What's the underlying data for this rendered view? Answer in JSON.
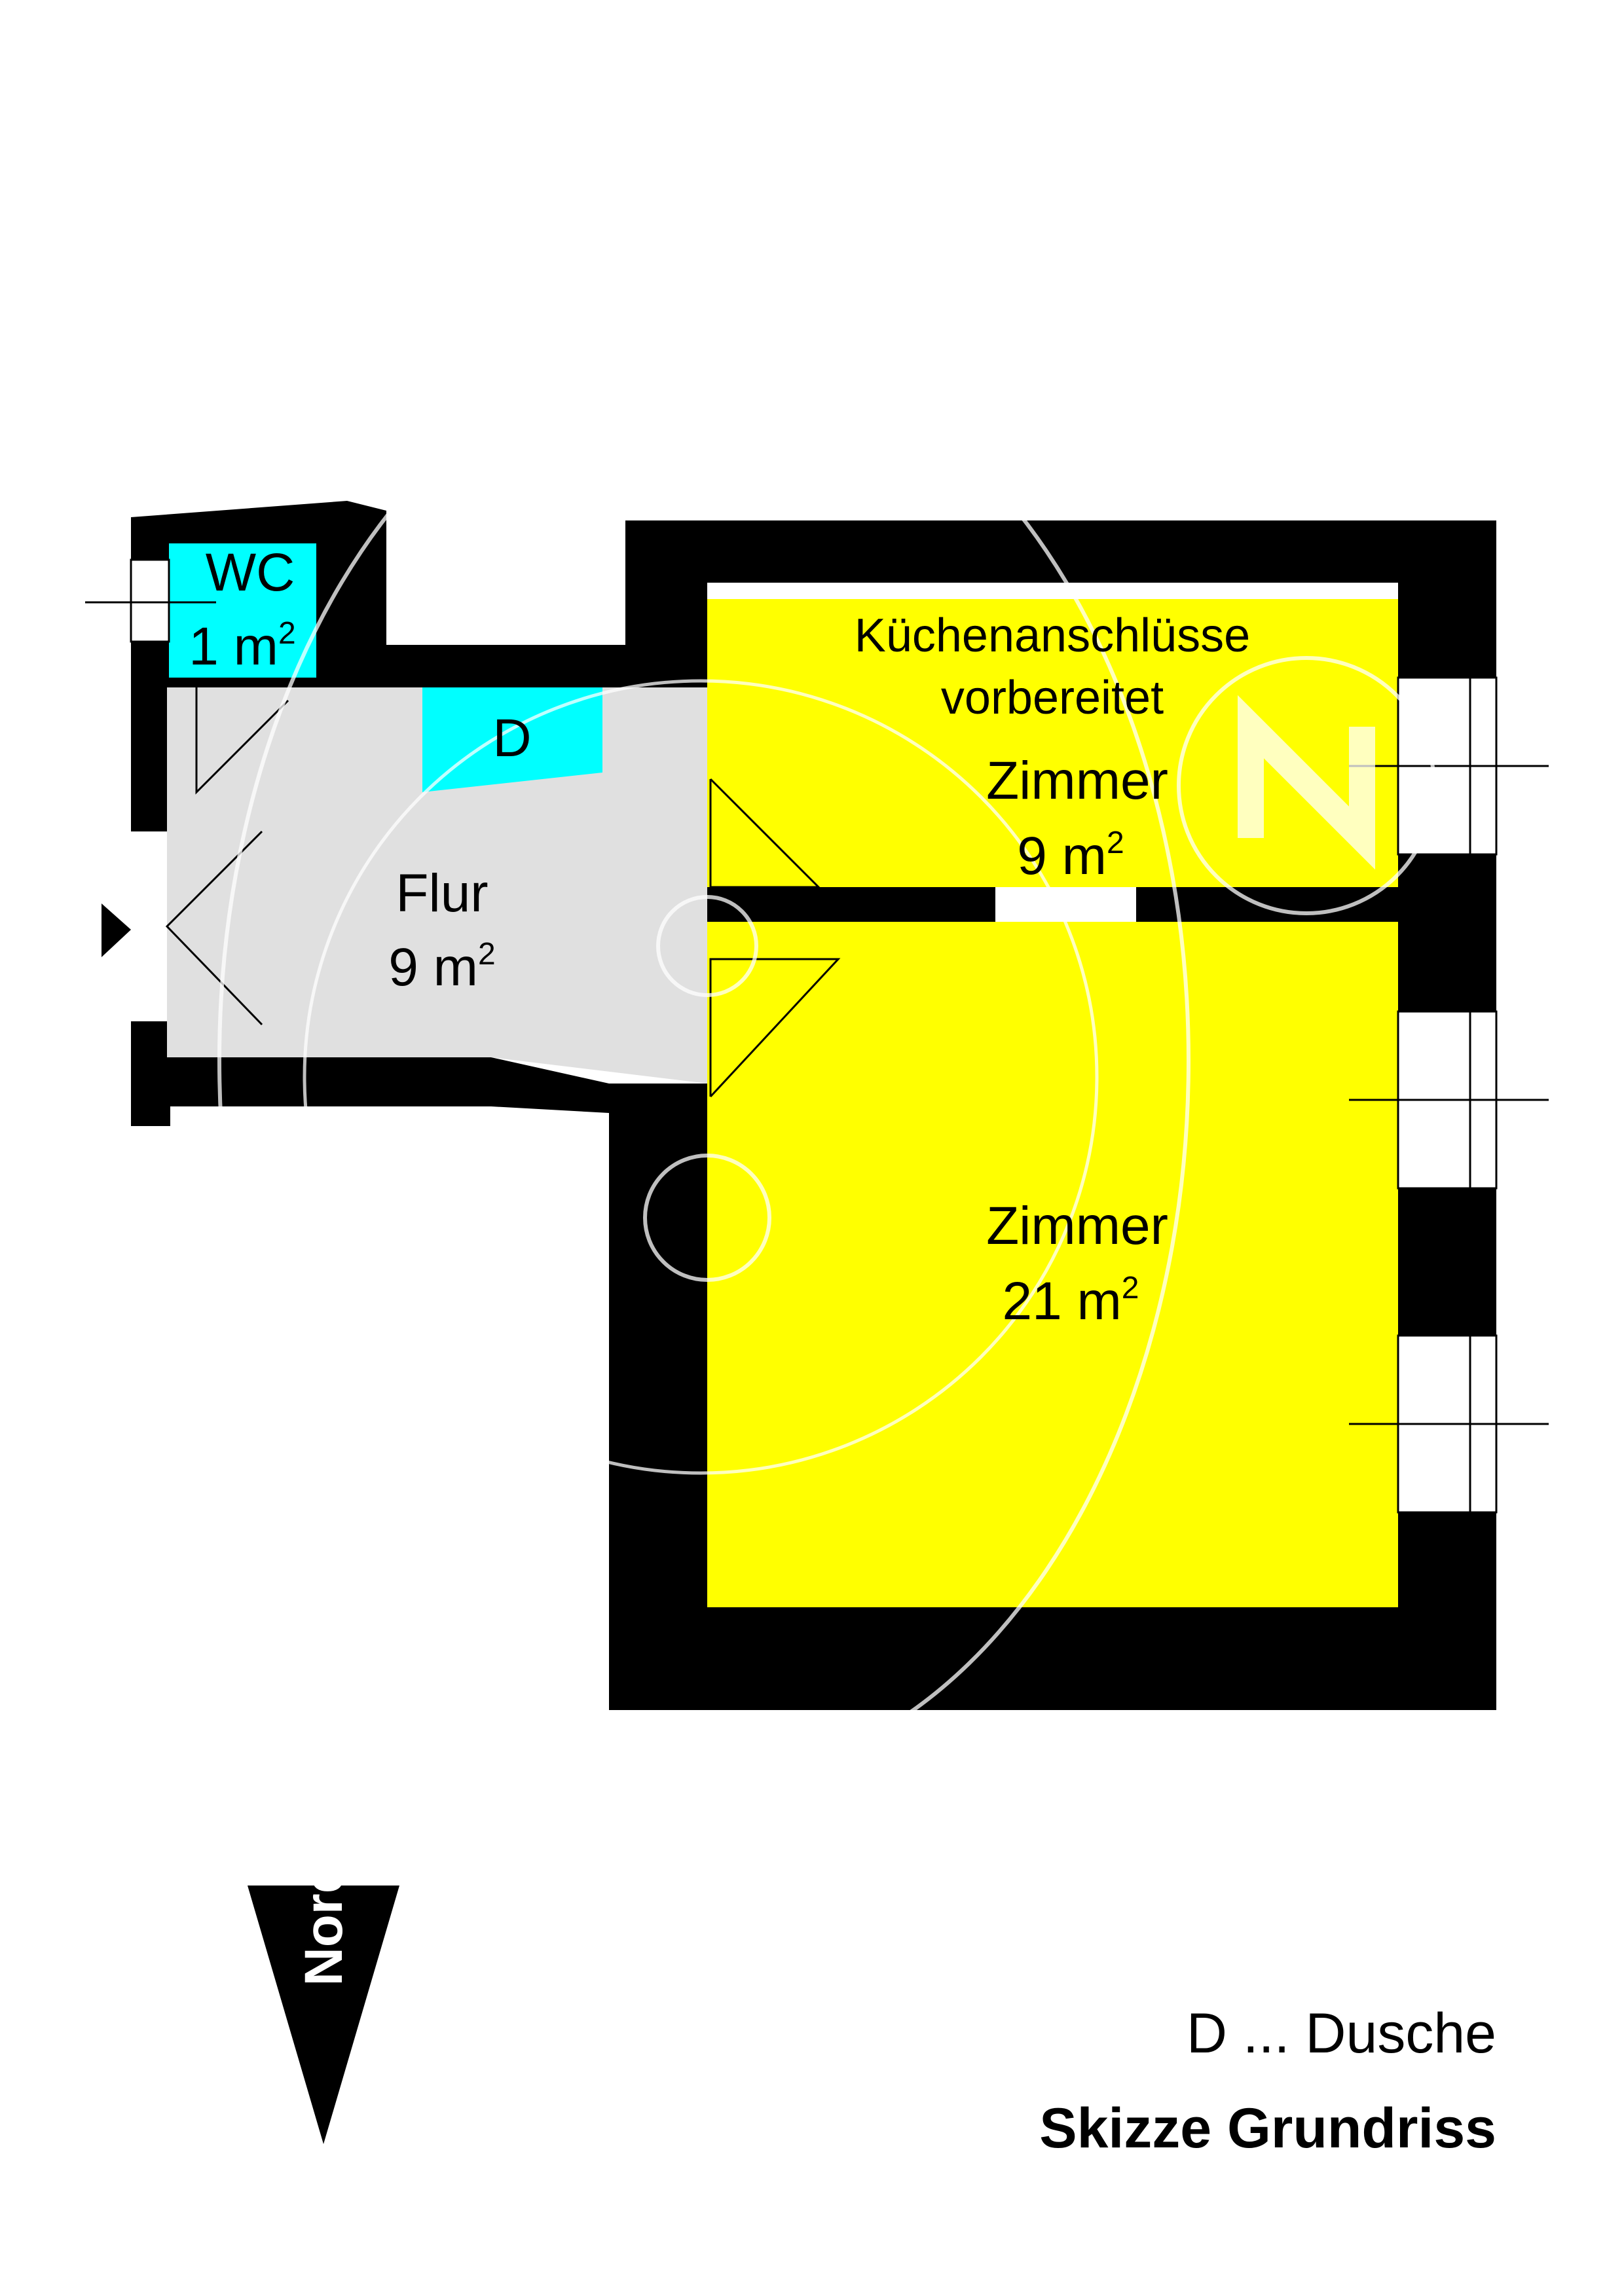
{
  "rooms": {
    "wc": {
      "name": "WC",
      "area_num": "1 m",
      "area_exp": "2"
    },
    "dusche": {
      "name": "D"
    },
    "flur": {
      "name": "Flur",
      "area_num": "9 m",
      "area_exp": "2"
    },
    "kitchen_note": {
      "line1": "Küchenanschlüsse",
      "line2": "vorbereitet"
    },
    "zimmer_small": {
      "name": "Zimmer",
      "area_num": "9 m",
      "area_exp": "2"
    },
    "zimmer_large": {
      "name": "Zimmer",
      "area_num": "21 m",
      "area_exp": "2"
    }
  },
  "north_label": "Norden",
  "legend": {
    "text": "D ... Dusche"
  },
  "title": "Skizze Grundriss",
  "colors": {
    "wall": "#000000",
    "room_yellow": "#ffff00",
    "wet_cyan": "#00ffff",
    "hall_grey": "#e0e0e0",
    "watermark": "#ffffff"
  },
  "icons": [
    "entrance-arrow-icon",
    "north-arrow-icon",
    "watermark-logo"
  ]
}
